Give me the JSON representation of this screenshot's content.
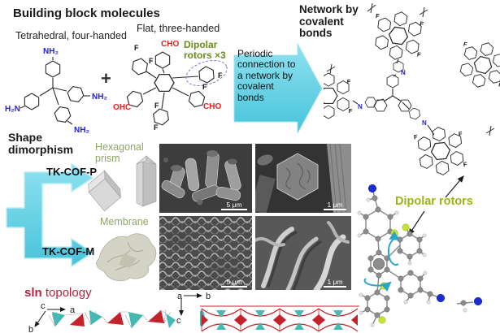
{
  "atoms": {
    "F": "F",
    "N": "N"
  },
  "headings": {
    "building_blocks": "Building block molecules",
    "network": "Network by covalent bonds",
    "shape_dimorphism": "Shape dimorphism"
  },
  "building_blocks": {
    "tetrahedral_label": "Tetrahedral, four-handed",
    "flat_label": "Flat, three-handed",
    "plus_sign": "+",
    "amine_top": "NH₂",
    "amine_right": "NH₂",
    "amine_bottom": "NH₂",
    "amine_left": "H₂N",
    "aldehyde_top": "CHO",
    "aldehyde_left": "OHC",
    "aldehyde_right": "CHO",
    "dipolar_note": "Dipolar rotors ×3"
  },
  "process_arrow": {
    "text": "Periodic connection to a network by covalent bonds"
  },
  "shape": {
    "cof_p": "TK-COF-P",
    "cof_m": "TK-COF-M",
    "prism_label": "Hexagonal prism",
    "membrane_label": "Membrane"
  },
  "sem": {
    "scale_bars": [
      "5 μm",
      "1 μm",
      "5 μm",
      "1 μm"
    ]
  },
  "rotors_label": "Dipolar rotors",
  "topology": {
    "title_bold": "sln",
    "title_rest": " topology",
    "axis_a": "a",
    "axis_b": "b",
    "axis_c": "c"
  },
  "colors": {
    "accent_cyan": "#62cfe3",
    "blue_atom": "#2222cc",
    "red_label": "#e41f1f",
    "olive_label": "#6b8b1a",
    "green_label": "#8fa567",
    "chartreuse_label": "#9cb513",
    "crimson_title": "#b3243c",
    "teal_node": "#45b8b2",
    "red_node": "#c4232b"
  }
}
